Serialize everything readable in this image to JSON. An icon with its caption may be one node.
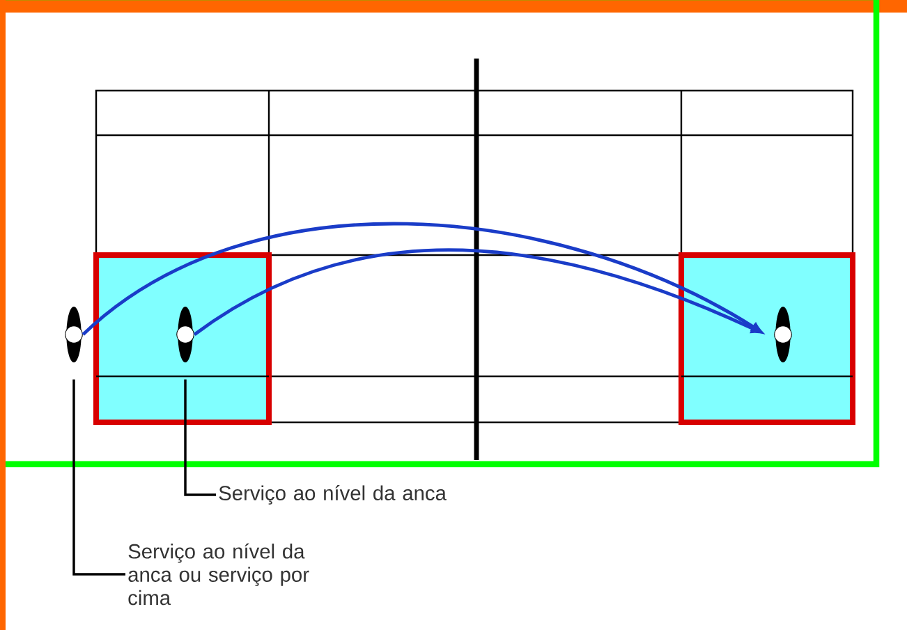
{
  "diagram": {
    "nodes": [
      {
        "text": [],
        "shape": "person"
      },
      {
        "text": [],
        "shape": "person"
      },
      {
        "text": [],
        "shape": "person"
      },
      {
        "text": [
          "Serviço ao nível da anca"
        ]
      },
      {
        "text": [
          "Serviço ao nível da anca ou serviço por cima"
        ]
      }
    ],
    "edges": [
      {
        "from": 0,
        "to": 2,
        "arrow": "to",
        "color": "#1a3cc8"
      },
      {
        "from": 1,
        "to": 2,
        "arrow": "to",
        "color": "#1a3cc8"
      },
      {
        "from": 3,
        "to": 1,
        "arrow": "none",
        "color": "#000000"
      },
      {
        "from": 4,
        "to": 0,
        "arrow": "none",
        "color": "#000000"
      }
    ]
  }
}
